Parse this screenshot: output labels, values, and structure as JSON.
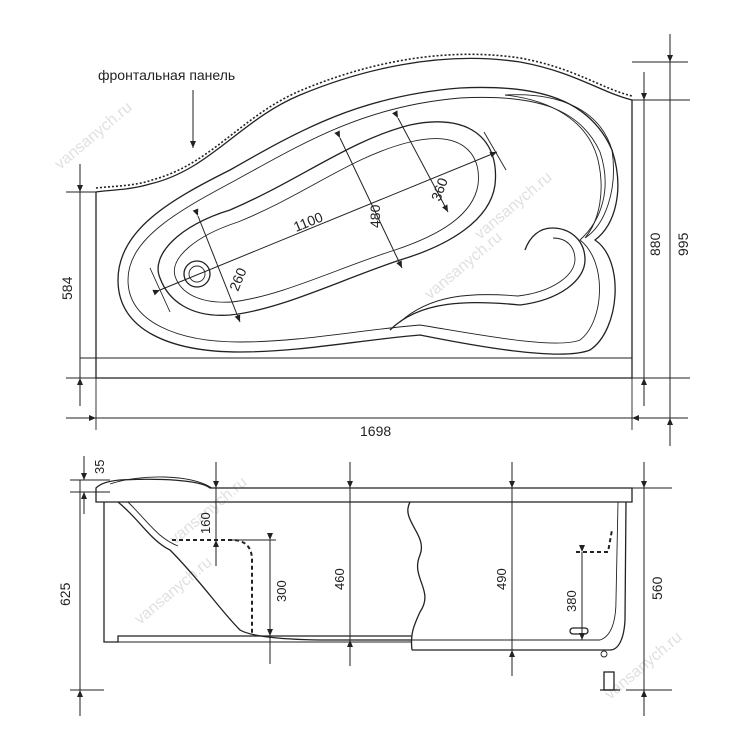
{
  "labels": {
    "front_panel": "фронтальная панель",
    "watermark": "vansanych.ru"
  },
  "top_view": {
    "inner_length": "1100",
    "inner_width_mid": "480",
    "inner_width_right": "360",
    "drain_diameter": "260",
    "left_height": "584",
    "right_height_inner": "880",
    "right_height_total": "995",
    "total_length": "1698"
  },
  "side_view": {
    "rim_thickness": "35",
    "total_height": "625",
    "headrest_depth": "160",
    "seat_depth": "300",
    "depth_middle": "460",
    "depth_right": "490",
    "step_height": "380",
    "right_height": "560"
  }
}
